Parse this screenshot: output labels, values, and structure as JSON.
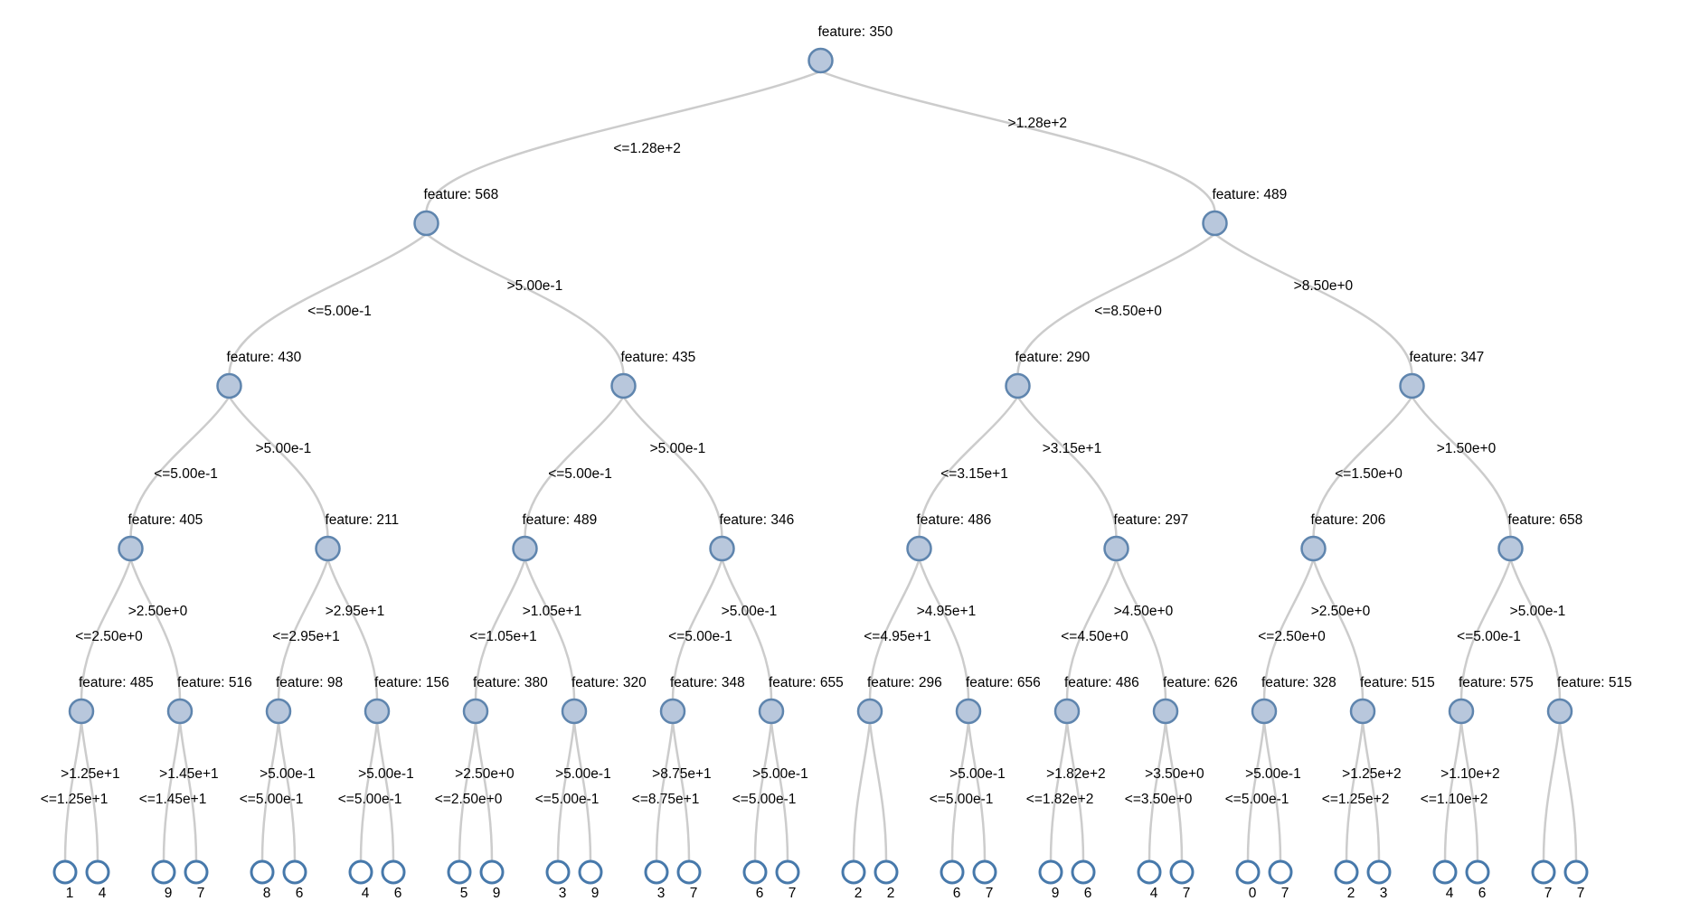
{
  "figure": {
    "type": "decision-tree",
    "background": "#ffffff",
    "colors": {
      "internal_node_fill": "#b8c7dc",
      "internal_node_stroke": "#5f85ae",
      "leaf_node_fill": "#ffffff",
      "leaf_node_stroke": "#4779ab",
      "edge": "#cccccc",
      "text": "#000000"
    },
    "node_label_prefix": "feature: ",
    "operators": {
      "left": "<=",
      "right": ">"
    },
    "levels": [
      [
        {
          "feature": "350",
          "split": "1.28e+2"
        }
      ],
      [
        {
          "feature": "568",
          "split": "5.00e-1"
        },
        {
          "feature": "489",
          "split": "8.50e+0"
        }
      ],
      [
        {
          "feature": "430",
          "split": "5.00e-1"
        },
        {
          "feature": "435",
          "split": "5.00e-1"
        },
        {
          "feature": "290",
          "split": "3.15e+1"
        },
        {
          "feature": "347",
          "split": "1.50e+0"
        }
      ],
      [
        {
          "feature": "405",
          "split": "2.50e+0"
        },
        {
          "feature": "211",
          "split": "2.95e+1"
        },
        {
          "feature": "489",
          "split": "1.05e+1"
        },
        {
          "feature": "346",
          "split": "5.00e-1"
        },
        {
          "feature": "486",
          "split": "4.95e+1"
        },
        {
          "feature": "297",
          "split": "4.50e+0"
        },
        {
          "feature": "206",
          "split": "2.50e+0"
        },
        {
          "feature": "658",
          "split": "5.00e-1"
        }
      ],
      [
        {
          "feature": "485",
          "split": "1.25e+1"
        },
        {
          "feature": "516",
          "split": "1.45e+1"
        },
        {
          "feature": "98",
          "split": "5.00e-1"
        },
        {
          "feature": "156",
          "split": "5.00e-1"
        },
        {
          "feature": "380",
          "split": "2.50e+0"
        },
        {
          "feature": "320",
          "split": "5.00e-1"
        },
        {
          "feature": "348",
          "split": "8.75e+1"
        },
        {
          "feature": "655",
          "split": "5.00e-1"
        },
        {
          "feature": "296",
          "split": null
        },
        {
          "feature": "656",
          "split": "5.00e-1"
        },
        {
          "feature": "486",
          "split": "1.82e+2"
        },
        {
          "feature": "626",
          "split": "3.50e+0"
        },
        {
          "feature": "328",
          "split": "5.00e-1"
        },
        {
          "feature": "515",
          "split": "1.25e+2"
        },
        {
          "feature": "575",
          "split": "1.10e+2"
        },
        {
          "feature": "515",
          "split": null
        }
      ]
    ],
    "leaf_values": [
      "1",
      "4",
      "9",
      "7",
      "8",
      "6",
      "4",
      "6",
      "5",
      "9",
      "3",
      "9",
      "3",
      "7",
      "6",
      "7",
      "2",
      "2",
      "6",
      "7",
      "9",
      "6",
      "4",
      "7",
      "0",
      "7",
      "2",
      "3",
      "4",
      "6",
      "7",
      "7"
    ]
  }
}
